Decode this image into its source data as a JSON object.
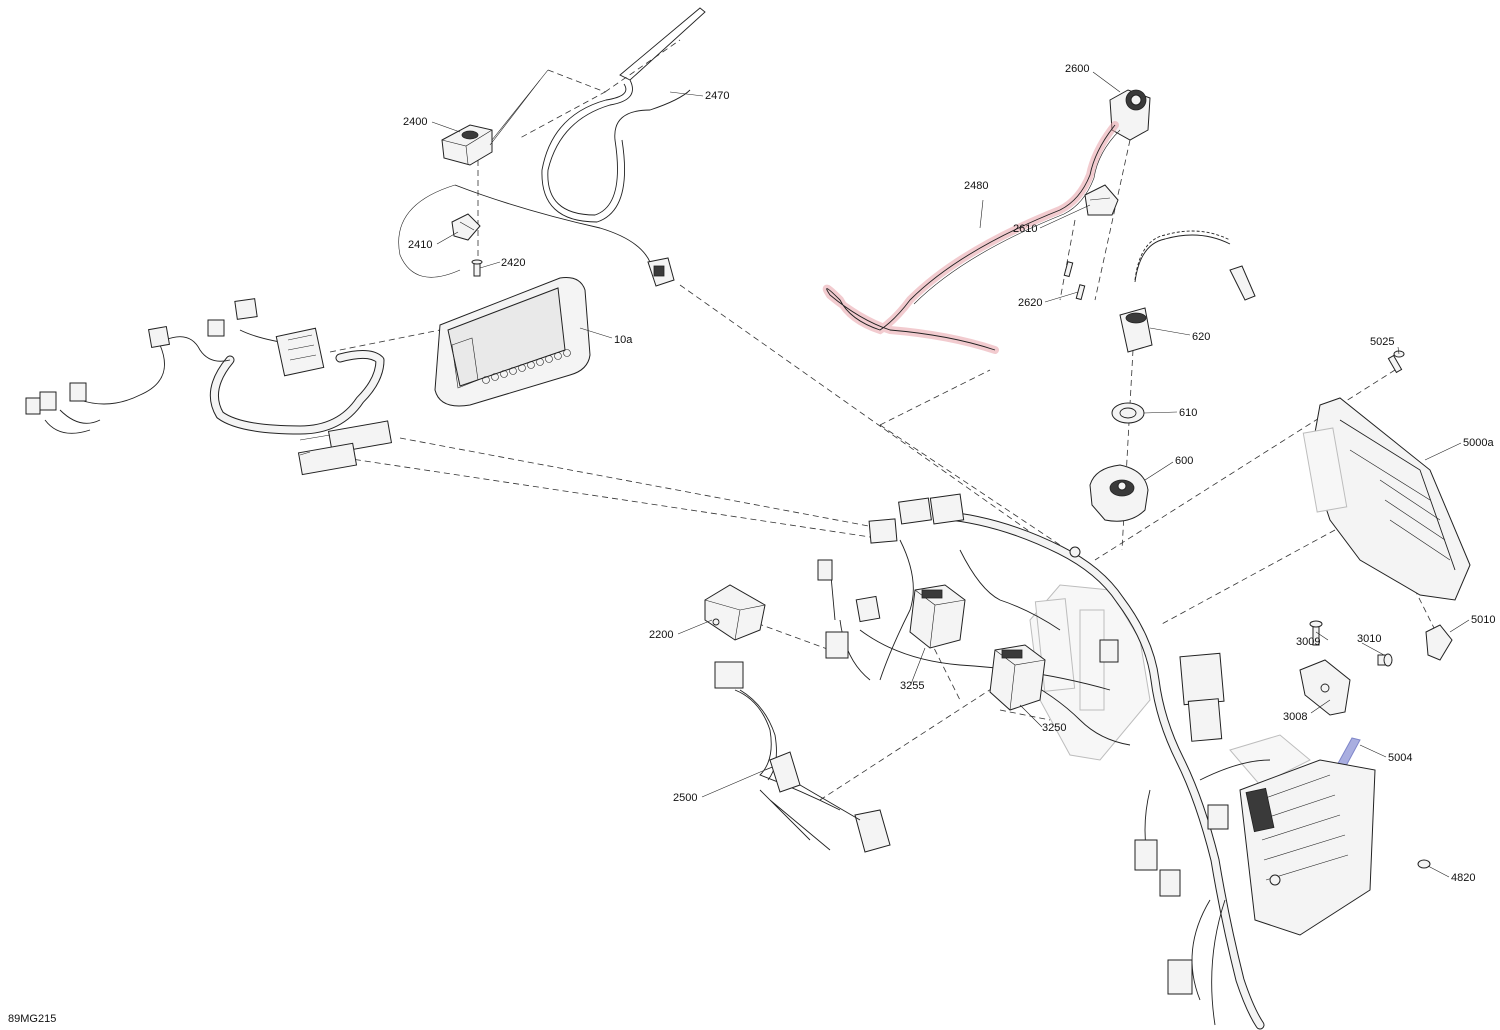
{
  "page_code": "89MG215",
  "highlight_color": "#e8a0a8",
  "accent_color": "#7f86c9",
  "callouts": [
    {
      "id": "2470",
      "text": "2470"
    },
    {
      "id": "2400",
      "text": "2400"
    },
    {
      "id": "2410",
      "text": "2410"
    },
    {
      "id": "2420",
      "text": "2420"
    },
    {
      "id": "10a",
      "text": "10a"
    },
    {
      "id": "2600",
      "text": "2600"
    },
    {
      "id": "2480",
      "text": "2480"
    },
    {
      "id": "2610",
      "text": "2610"
    },
    {
      "id": "2620",
      "text": "2620"
    },
    {
      "id": "620",
      "text": "620"
    },
    {
      "id": "610",
      "text": "610"
    },
    {
      "id": "600",
      "text": "600"
    },
    {
      "id": "5025",
      "text": "5025"
    },
    {
      "id": "5000a",
      "text": "5000a"
    },
    {
      "id": "5010",
      "text": "5010"
    },
    {
      "id": "3009",
      "text": "3009"
    },
    {
      "id": "3010",
      "text": "3010"
    },
    {
      "id": "3008",
      "text": "3008"
    },
    {
      "id": "5004",
      "text": "5004"
    },
    {
      "id": "4820",
      "text": "4820"
    },
    {
      "id": "2200",
      "text": "2200"
    },
    {
      "id": "3255",
      "text": "3255"
    },
    {
      "id": "3250",
      "text": "3250"
    },
    {
      "id": "2500",
      "text": "2500"
    }
  ]
}
